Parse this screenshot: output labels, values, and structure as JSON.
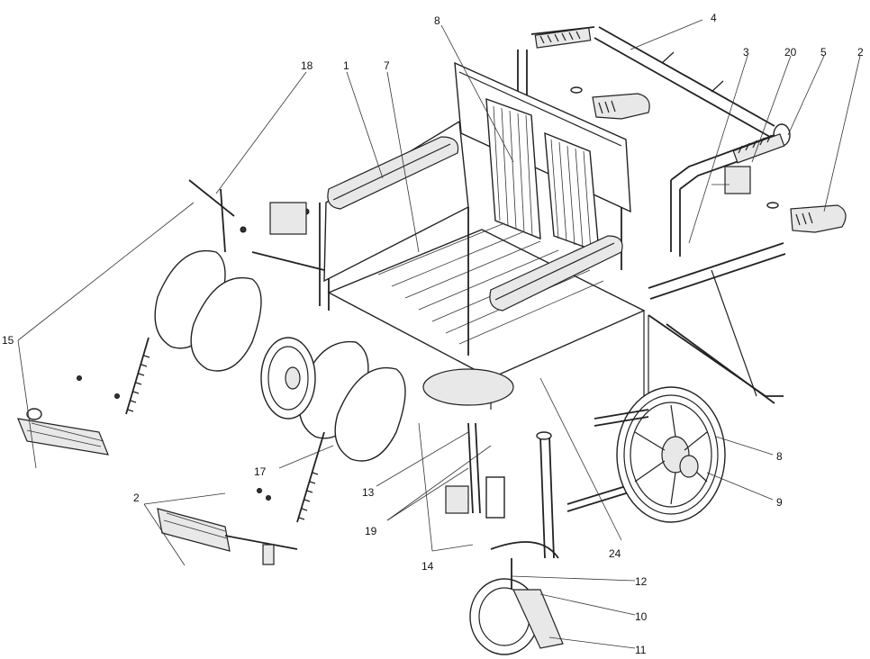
{
  "callouts": {
    "c1": "1",
    "c2a": "2",
    "c2b": "2",
    "c3": "3",
    "c4": "4",
    "c5": "5",
    "c7": "7",
    "c8a": "8",
    "c8b": "8",
    "c9": "9",
    "c10": "10",
    "c11": "11",
    "c12": "12",
    "c13": "13",
    "c14": "14",
    "c15": "15",
    "c17": "17",
    "c18": "18",
    "c19": "19",
    "c20": "20",
    "c24": "24"
  }
}
